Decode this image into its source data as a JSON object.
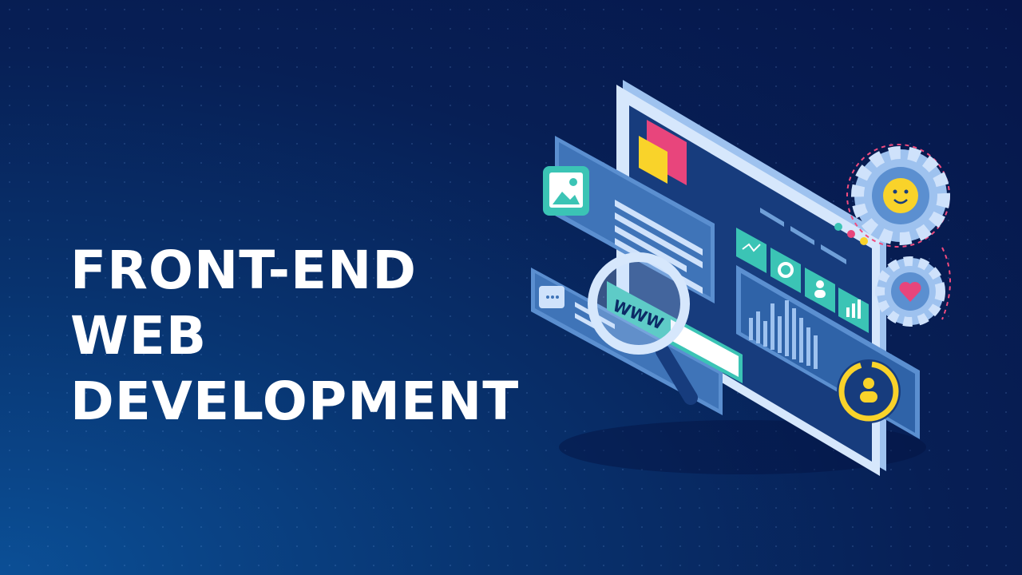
{
  "headline": {
    "line1": "FRONT-END",
    "line2": "WEB",
    "line3": "DEVELOPMENT"
  },
  "illustration": {
    "url_text": "WWW",
    "icons": [
      "image-icon",
      "chat-icon",
      "search-icon",
      "gear-icon",
      "smiley-icon",
      "heart-icon",
      "chart-icon",
      "user-icon"
    ]
  },
  "colors": {
    "background": "#071f55",
    "text": "#ffffff",
    "screen_frame": "#cfe2fb",
    "panel": "#5b8fd0",
    "teal": "#3bc4b5",
    "yellow": "#f9d32a",
    "pink": "#e8457c"
  }
}
